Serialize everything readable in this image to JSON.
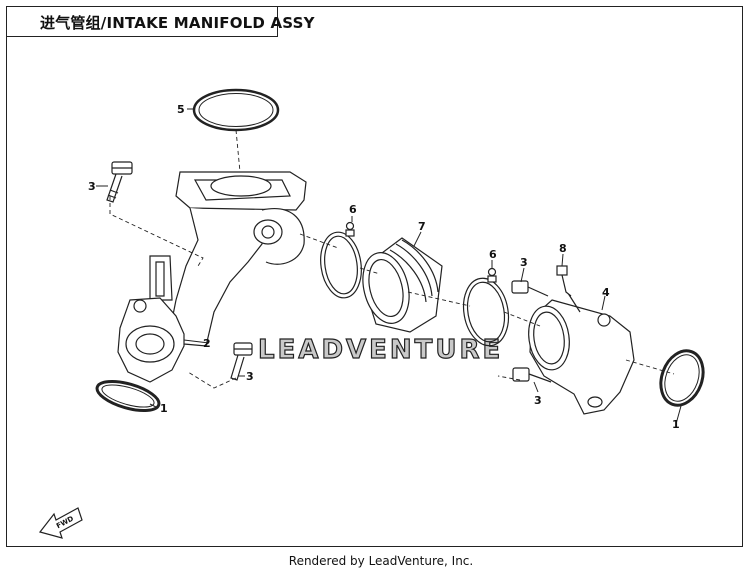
{
  "title": "进气管组/INTAKE MANIFOLD ASSY",
  "watermark": "LEADVENTURE",
  "footer": "Rendered by LeadVenture, Inc.",
  "fwd_label": "FWD",
  "callouts": {
    "c1a": "1",
    "c1b": "1",
    "c2": "2",
    "c3a": "3",
    "c3b": "3",
    "c3c": "3",
    "c3d": "3",
    "c4": "4",
    "c5": "5",
    "c6a": "6",
    "c6b": "6",
    "c7": "7",
    "c8": "8"
  }
}
